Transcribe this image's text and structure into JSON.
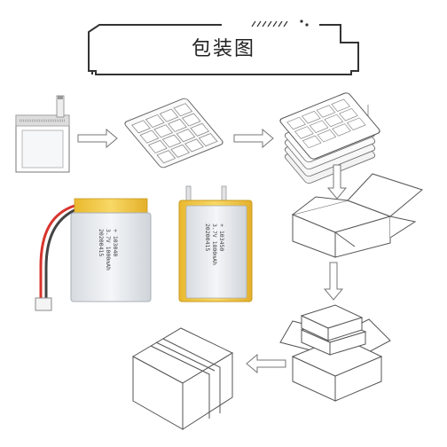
{
  "header": {
    "title": "包装图"
  },
  "flow": {
    "steps": [
      {
        "name": "single-cell-in-bag"
      },
      {
        "name": "tray-with-cells"
      },
      {
        "name": "stacked-trays"
      },
      {
        "name": "open-carton"
      },
      {
        "name": "carton-with-boxes"
      },
      {
        "name": "sealed-carton"
      }
    ],
    "arrows": [
      "right",
      "right",
      "down",
      "down",
      "left"
    ]
  },
  "products": {
    "battery_a": {
      "label_lines": [
        "+ 103040",
        "3.7V  1000mAh",
        "20200415"
      ]
    },
    "battery_b": {
      "label_lines": [
        "+ 103450",
        "3.7V  1800mAh",
        "20200415"
      ]
    }
  },
  "colors": {
    "line": "#555555",
    "battery_body": "#e9ecef",
    "tape": "#f2c744",
    "wire_red": "#d8342c"
  }
}
